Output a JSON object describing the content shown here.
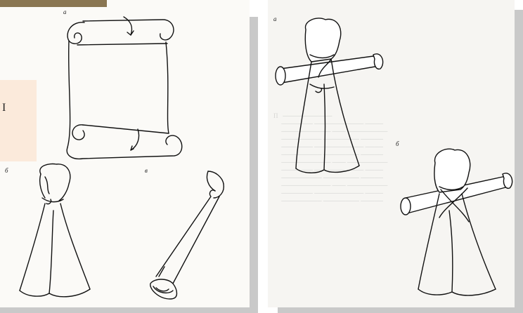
{
  "left_panel": {
    "labels": {
      "a": "а",
      "b": "б",
      "v": "в"
    },
    "callout_text": "I"
  },
  "right_panel": {
    "labels": {
      "a": "а",
      "b": "б"
    }
  },
  "colors": {
    "paper": "#fbfaf7",
    "wood_strip": "#8a7652",
    "callout_bg": "#fbeadb",
    "ink": "#111111"
  }
}
